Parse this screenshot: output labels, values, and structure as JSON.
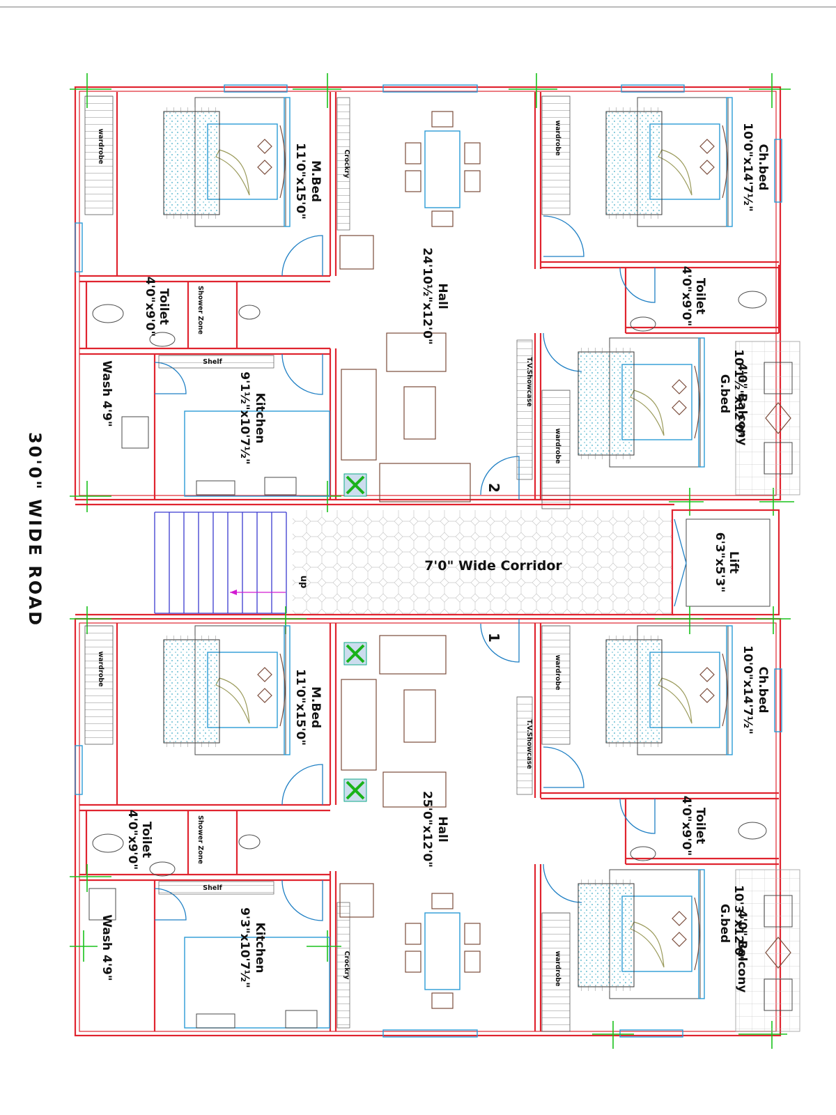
{
  "road": "30'0\"  WIDE  ROAD",
  "corridor": "7'0\"  Wide Corridor",
  "up": "up",
  "lift": {
    "name": "Lift",
    "size": "6'3\"x5'3\""
  },
  "unit_numbers": [
    "2",
    "1"
  ],
  "colors": {
    "wall": "#e0242f",
    "axis": "#19c21a",
    "door": "#1e7fc4",
    "stair": "#3a3ad0"
  },
  "units": {
    "top": {
      "mbed": {
        "name": "M.Bed",
        "size": "11'0\"x15'0\""
      },
      "hall": {
        "name": "Hall",
        "size": "24'10½\"x12'0\""
      },
      "chbed": {
        "name": "Ch.bed",
        "size": "10'0\"x14'7½\""
      },
      "toilet_left": {
        "name": "Toilet",
        "size": "4'0\"x9'0\""
      },
      "toilet_right": {
        "name": "Toilet",
        "size": "4'0\"x9'0\""
      },
      "kitchen": {
        "name": "Kitchen",
        "size": "9'1½\"x10'7½\""
      },
      "wash": "Wash 4'9\"",
      "gbed": {
        "name": "G.bed",
        "size": "10'1½\"x12'0\""
      },
      "balcony": "4'0\"  Balcony",
      "shelf": "Shelf",
      "shower": "Shower Zone",
      "crockry": "Crockry",
      "tv": "T.V.Showcase",
      "wardrobe": "wardrobe"
    },
    "bottom": {
      "mbed": {
        "name": "M.Bed",
        "size": "11'0\"x15'0\""
      },
      "hall": {
        "name": "Hall",
        "size": "25'0\"x12'0\""
      },
      "chbed": {
        "name": "Ch.bed",
        "size": "10'0\"x14'7½\""
      },
      "toilet_left": {
        "name": "Toilet",
        "size": "4'0\"x9'0\""
      },
      "toilet_right": {
        "name": "Toilet",
        "size": "4'0\"x9'0\""
      },
      "kitchen": {
        "name": "Kitchen",
        "size": "9'3\"x10'7½\""
      },
      "wash": "Wash 4'9\"",
      "gbed": {
        "name": "G.bed",
        "size": "10'3\"x12'0\""
      },
      "balcony": "4'0\"  Balcony",
      "shelf": "Shelf",
      "shower": "Shower Zone",
      "crockry": "Crockry",
      "tv": "T.V.Showcase",
      "wardrobe": "wardrobe"
    }
  }
}
